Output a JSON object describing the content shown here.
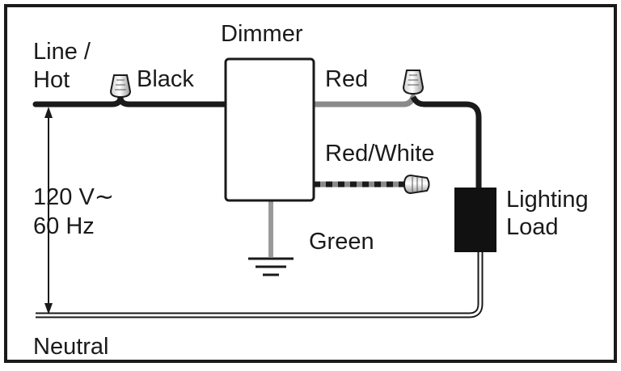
{
  "labels": {
    "line_hot_1": "Line /",
    "line_hot_2": "Hot",
    "black": "Black",
    "dimmer": "Dimmer",
    "red": "Red",
    "red_white": "Red/White",
    "voltage": "120 V∼",
    "frequency": "60 Hz",
    "green": "Green",
    "lighting_1": "Lighting",
    "lighting_2": "Load",
    "neutral": "Neutral"
  },
  "colors": {
    "wire_black": "#1a1a1a",
    "wire_red": "#8a8a8a",
    "wire_green": "#9a9a9a",
    "load_fill": "#111111",
    "frame": "#1a1a1a"
  }
}
